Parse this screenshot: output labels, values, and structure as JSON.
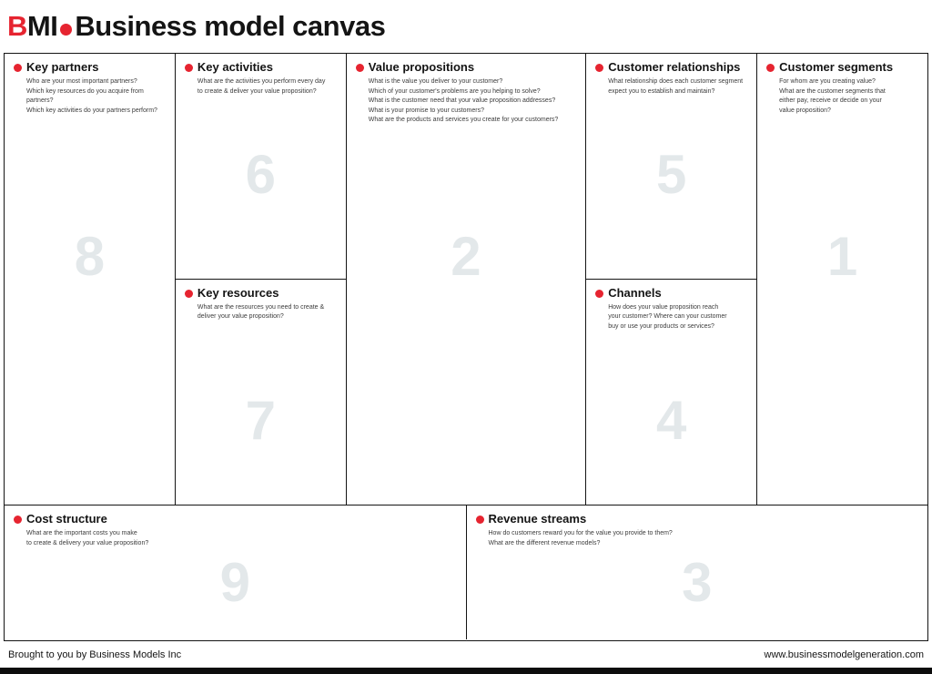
{
  "header": {
    "logo_b": "B",
    "logo_rest": "MI",
    "title": "Business model canvas"
  },
  "colors": {
    "accent": "#e62430",
    "watermark": "#e3e8ea",
    "line": "#141414"
  },
  "sections": [
    {
      "id": "key-partners",
      "number": "8",
      "title": "Key partners",
      "description": "Who are your most important partners?\nWhich key resources do you acquire from partners?\nWhich key activities do your partners perform?"
    },
    {
      "id": "key-activities",
      "number": "6",
      "title": "Key activities",
      "description": "What are the activities you perform every day\nto create & deliver your value proposition?"
    },
    {
      "id": "value-propositions",
      "number": "2",
      "title": "Value propositions",
      "description": "What is the value you deliver to your customer?\nWhich of your customer's problems are you helping to solve?\nWhat is the customer need that your value proposition addresses?\nWhat is your promise to your customers?\nWhat are the products and services you create for your customers?"
    },
    {
      "id": "customer-relationships",
      "number": "5",
      "title": "Customer relationships",
      "description": "What relationship does each customer segment\nexpect you to establish and maintain?"
    },
    {
      "id": "customer-segments",
      "number": "1",
      "title": "Customer segments",
      "description": "For whom are you creating value?\nWhat are the customer segments that\neither pay, receive or decide on your\nvalue proposition?"
    },
    {
      "id": "key-resources",
      "number": "7",
      "title": "Key resources",
      "description": "What are the resources you need to create &\ndeliver your value proposition?"
    },
    {
      "id": "channels",
      "number": "4",
      "title": "Channels",
      "description": "How does your value proposition reach\nyour customer? Where can your customer\nbuy or use your products or services?"
    },
    {
      "id": "cost-structure",
      "number": "9",
      "title": "Cost structure",
      "description": "What are the important costs you make\nto create & delivery your value proposition?"
    },
    {
      "id": "revenue-streams",
      "number": "3",
      "title": "Revenue streams",
      "description": "How do customers reward you for the value you provide to them?\nWhat are the different revenue models?"
    }
  ],
  "footer": {
    "left": "Brought to you by Business Models Inc",
    "right": "www.businessmodelgeneration.com"
  }
}
